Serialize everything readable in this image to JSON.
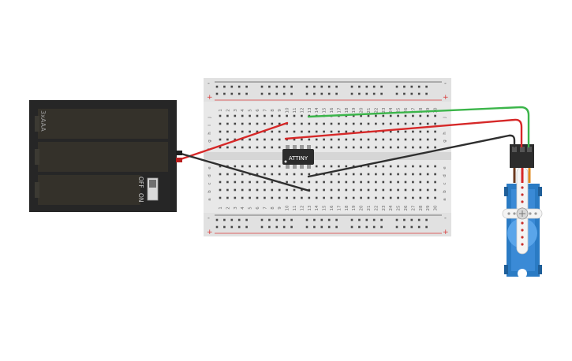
{
  "battery": {
    "label": "3xAAA",
    "switch_off": "OFF",
    "switch_on": "ON",
    "cell_count": 3
  },
  "breadboard": {
    "columns": 30,
    "top_rows": [
      "j",
      "i",
      "h",
      "g",
      "f"
    ],
    "bottom_rows": [
      "e",
      "d",
      "c",
      "b",
      "a"
    ],
    "rail_plus": "+",
    "rail_minus": "-"
  },
  "chip": {
    "label": "ATTINY"
  },
  "servo": {
    "pin_count": 3
  },
  "wires": [
    {
      "name": "battery-positive-wire",
      "color": "#d62828"
    },
    {
      "name": "battery-ground-wire",
      "color": "#2f2f2f"
    },
    {
      "name": "servo-signal-wire",
      "color": "#3bb54a"
    },
    {
      "name": "servo-power-wire",
      "color": "#d62828"
    },
    {
      "name": "servo-ground-wire",
      "color": "#2f2f2f"
    }
  ],
  "colors": {
    "breadboard": "#e6e6e6",
    "battery": "#262626",
    "servo": "#2a7bc4",
    "rail_red": "#d83a3a",
    "rail_dark": "#555555"
  }
}
